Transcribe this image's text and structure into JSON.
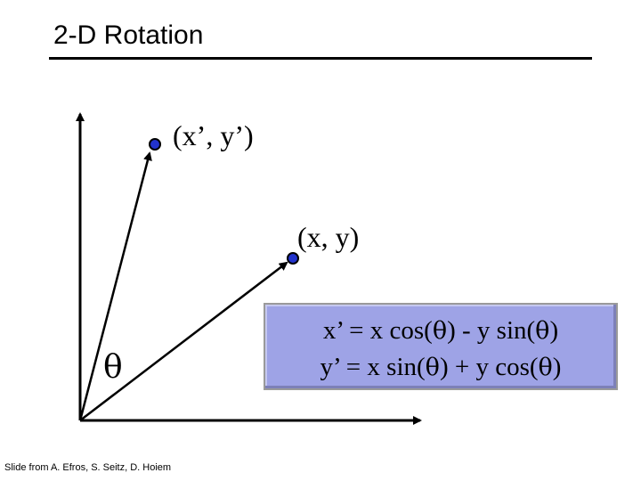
{
  "title": "2-D Rotation",
  "rotated_point_label": "(x’, y’)",
  "original_point_label": "(x, y)",
  "angle_label": "θ",
  "formulas": {
    "line1": {
      "lhs": "x’ = x cos(",
      "theta_a": "θ",
      "mid": ") - y sin(",
      "theta_b": "θ",
      "end": ")"
    },
    "line2": {
      "lhs": "y’ = x sin(",
      "theta_a": "θ",
      "mid": ") + y cos(",
      "theta_b": "θ",
      "end": ")"
    }
  },
  "credit": "Slide from A. Efros, S. Seitz, D. Hoiem",
  "colors": {
    "point_fill": "#2233cc",
    "formula_box": "#9ea3e6",
    "text": "#000000"
  }
}
